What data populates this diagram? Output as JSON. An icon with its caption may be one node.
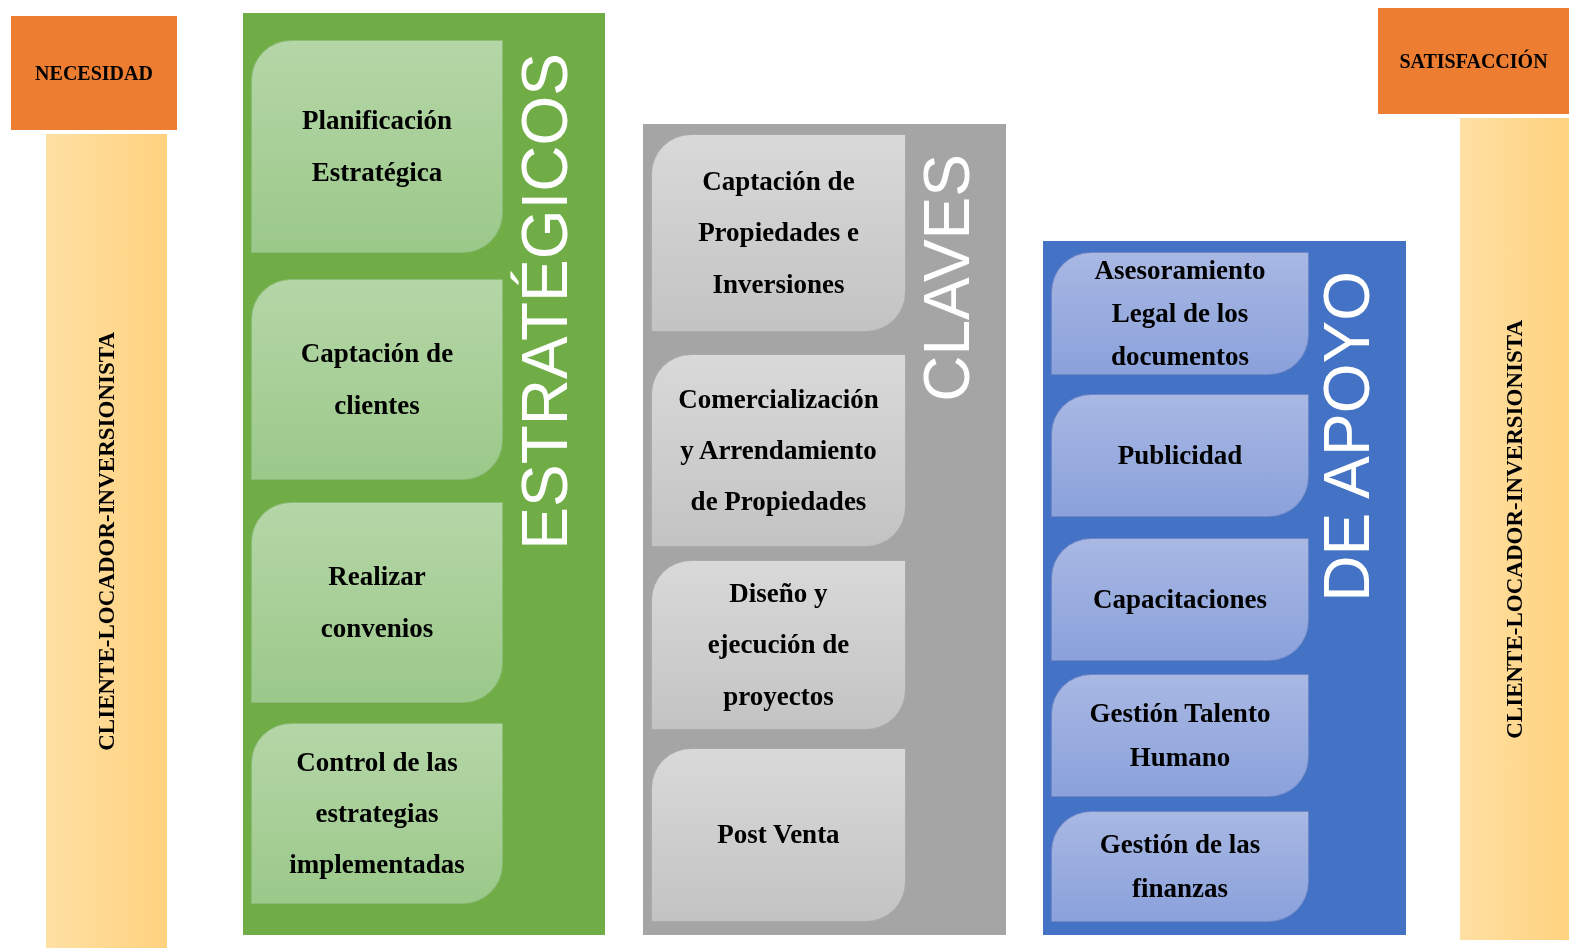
{
  "diagram": {
    "nodes": [
      {
        "text": [
          "NECESIDAD"
        ]
      },
      {
        "text": [
          "CLIENTE-LOCADOR-INVERSIONISTA"
        ]
      },
      {
        "text": [
          "ESTRATÉGICOS"
        ]
      },
      {
        "text": [
          "Planificación Estratégica"
        ],
        "in": 2
      },
      {
        "text": [
          "Captación de clientes"
        ],
        "in": 2
      },
      {
        "text": [
          "Realizar convenios"
        ],
        "in": 2
      },
      {
        "text": [
          "Control de las estrategias implementadas"
        ],
        "in": 2
      },
      {
        "text": [
          "CLAVES"
        ]
      },
      {
        "text": [
          "Captación de Propiedades e Inversiones"
        ],
        "in": 7
      },
      {
        "text": [
          "Comercialización y Arrendamiento de Propiedades"
        ],
        "in": 7
      },
      {
        "text": [
          "Diseño y ejecución de proyectos"
        ],
        "in": 7
      },
      {
        "text": [
          "Post Venta"
        ],
        "in": 7
      },
      {
        "text": [
          "DE APOYO"
        ]
      },
      {
        "text": [
          "Asesoramiento Legal de los documentos"
        ],
        "in": 12
      },
      {
        "text": [
          "Publicidad"
        ],
        "in": 12
      },
      {
        "text": [
          "Capacitaciones"
        ],
        "in": 12
      },
      {
        "text": [
          "Gestión Talento Humano"
        ],
        "in": 12
      },
      {
        "text": [
          "Gestión de las finanzas"
        ],
        "in": 12
      },
      {
        "text": [
          "SATISFACCIÓN"
        ]
      },
      {
        "text": [
          "CLIENTE-LOCADOR-INVERSIONISTA"
        ]
      }
    ],
    "edges": []
  }
}
